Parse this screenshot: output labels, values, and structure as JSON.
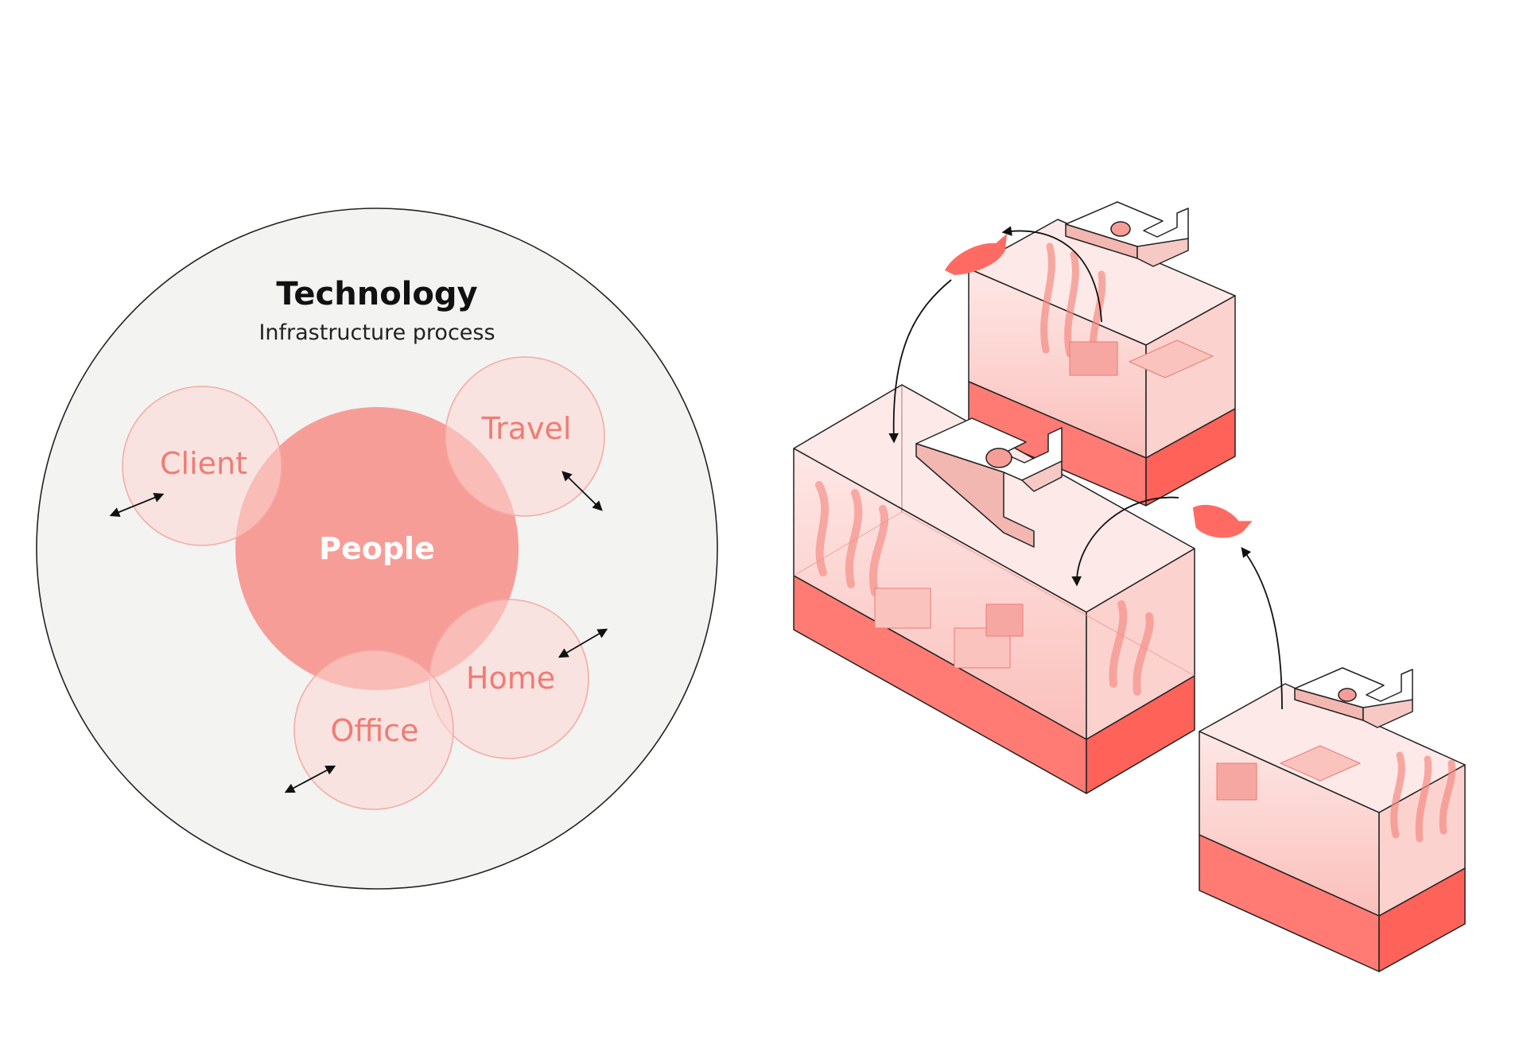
{
  "diagram": {
    "outer": {
      "title": "Technology",
      "subtitle": "Infrastructure process"
    },
    "core": {
      "label": "People"
    },
    "satellites": [
      {
        "id": "client",
        "label": "Client"
      },
      {
        "id": "travel",
        "label": "Travel"
      },
      {
        "id": "home",
        "label": "Home"
      },
      {
        "id": "office",
        "label": "Office"
      }
    ],
    "colors": {
      "background": "#ffffff",
      "outer_fill": "#f3f3f1",
      "core_fill": "#f79d97",
      "satellite_fill": "#fbd9d6",
      "satellite_text": "#ef7c74",
      "accent": "#ff6b63",
      "ink": "#111111"
    }
  }
}
